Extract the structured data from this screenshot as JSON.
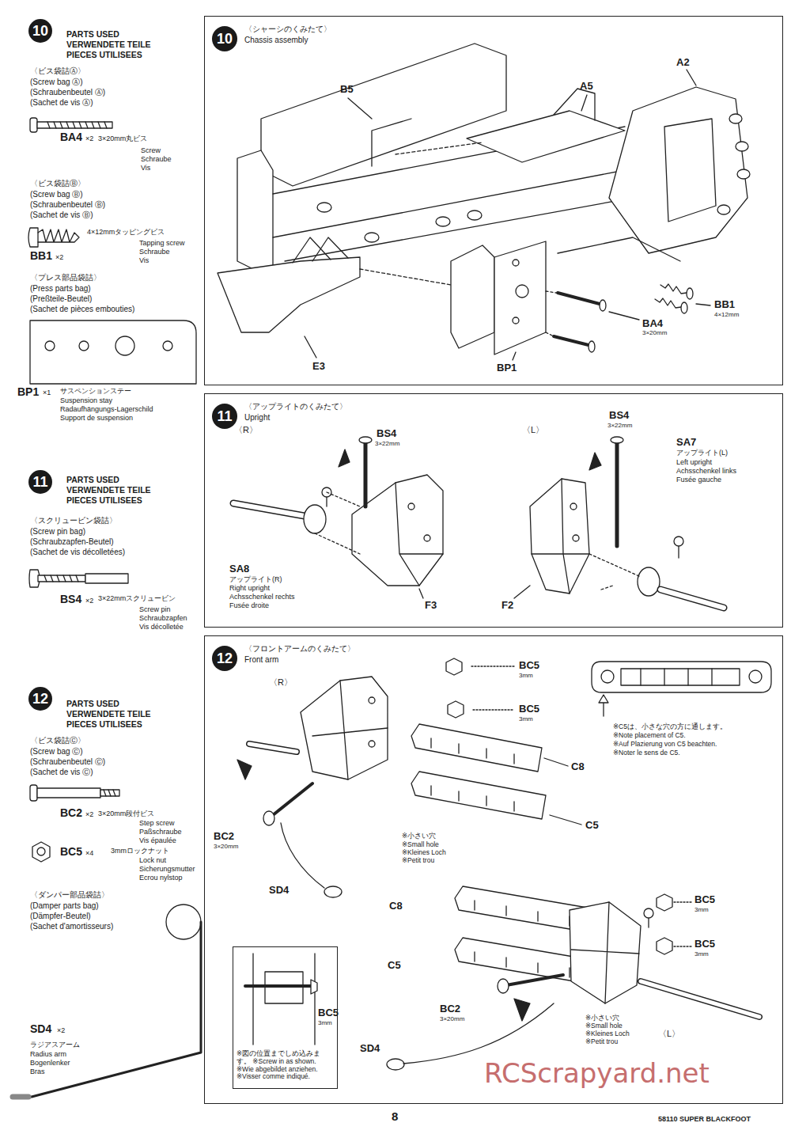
{
  "diagram": {
    "nodes": [
      {
        "text": [
          "10"
        ]
      },
      {
        "text": [
          "〈シャーシのくみたて〉",
          "Chassis assembly"
        ]
      },
      {
        "text": [
          "10"
        ],
        "in": 1
      },
      {
        "text": [
          "11"
        ]
      },
      {
        "text": [
          "〈アップライトのくみたて〉",
          "Upright"
        ]
      },
      {
        "text": [
          "11"
        ],
        "in": 4
      },
      {
        "text": [
          "12"
        ]
      },
      {
        "text": [
          "〈フロントアームのくみたて〉",
          "Front arm"
        ]
      },
      {
        "text": [
          "12"
        ],
        "in": 7
      },
      {
        "text": [
          "※図の位置までしめ込みます。 ※Screw in as shown. ※Wie abgebildet anziehen. ※Visser comme indiqué."
        ],
        "in": 7
      }
    ],
    "labels": [
      "PARTS USED",
      "VERWENDETE TEILE",
      "PIECES UTILISEES",
      "〈ビス袋詰Ⓐ〉",
      "(Screw bag Ⓐ)",
      "(Schraubenbeutel Ⓐ)",
      "(Sachet de vis Ⓐ)",
      "BA4",
      "×2",
      "3×20mm丸ビス",
      "Screw",
      "Schraube",
      "Vis",
      "〈ビス袋詰Ⓑ〉",
      "(Screw bag Ⓑ)",
      "(Schraubenbeutel Ⓑ)",
      "(Sachet de vis Ⓑ)",
      "4×12mmタッピングビス",
      "Tapping screw",
      "Schraube",
      "Vis",
      "BB1",
      "×2",
      "〈プレス部品袋詰〉",
      "(Press parts bag)",
      "(Preßteile-Beutel)",
      "(Sachet de pièces embouties)",
      "BP1",
      "×1",
      "サスペンションステー",
      "Suspension stay",
      "Radaufhängungs-Lagerschild",
      "Support de suspension",
      "PARTS USED",
      "VERWENDETE TEILE",
      "PIECES UTILISEES",
      "〈スクリュービン袋詰〉",
      "(Screw pin bag)",
      "(Schraubzapfen-Beutel)",
      "(Sachet de vis décolletées)",
      "BS4",
      "×2",
      "3×22mmスクリュービン",
      "Screw pin",
      "Schraubzapfen",
      "Vis décolletée",
      "PARTS USED",
      "VERWENDETE TEILE",
      "PIECES UTILISEES",
      "〈ビス袋詰Ⓒ〉",
      "(Screw bag Ⓒ)",
      "(Schraubenbeutel Ⓒ)",
      "(Sachet de vis Ⓒ)",
      "BC2",
      "×2",
      "3×20mm段付ビス",
      "Step screw",
      "Paßschraube",
      "Vis épaulée",
      "BC5",
      "×4",
      "3mmロックナット",
      "Lock nut",
      "Sicherungsmutter",
      "Ecrou nylstop",
      "〈ダンパー部品袋詰〉",
      "(Damper parts bag)",
      "(Dämpfer-Beutel)",
      "(Sachet d'amortisseurs)",
      "SD4",
      "×2",
      "ラジアスアーム",
      "Radius arm",
      "Bogenlenker",
      "Bras",
      "B5",
      "A5",
      "A2",
      "BB1",
      "4×12mm",
      "BA4",
      "3×20mm",
      "E3",
      "BP1",
      "〈R〉",
      "BS4",
      "3×22mm",
      "SA8",
      "アップライト(R)",
      "Right upright",
      "Achsschenkel rechts",
      "Fusée droite",
      "F3",
      "〈L〉",
      "BS4",
      "3×22mm",
      "SA7",
      "アップライト(L)",
      "Left upright",
      "Achsschenkel links",
      "Fusée gauche",
      "F2",
      "〈R〉",
      "BC5",
      "3mm",
      "BC5",
      "3mm",
      "C8",
      "C5",
      "※小さい穴",
      "※Small hole",
      "※Kleines Loch",
      "※Petit trou",
      "BC2",
      "3×20mm",
      "SD4",
      "C8",
      "C5",
      "BC5",
      "3mm",
      "BC5",
      "3mm",
      "BC2",
      "3×20mm",
      "SD4",
      "※小さい穴",
      "※Small hole",
      "※Kleines Loch",
      "※Petit trou",
      "〈L〉",
      "※C5は、小さな穴の方に通します。",
      "※Note placement of C5.",
      "※Auf Plazierung von C5 beachten.",
      "※Noter le sens de C5.",
      "BC5",
      "3mm",
      "8",
      "58110 SUPER BLACKFOOT",
      "RCScrapyard.net"
    ]
  }
}
